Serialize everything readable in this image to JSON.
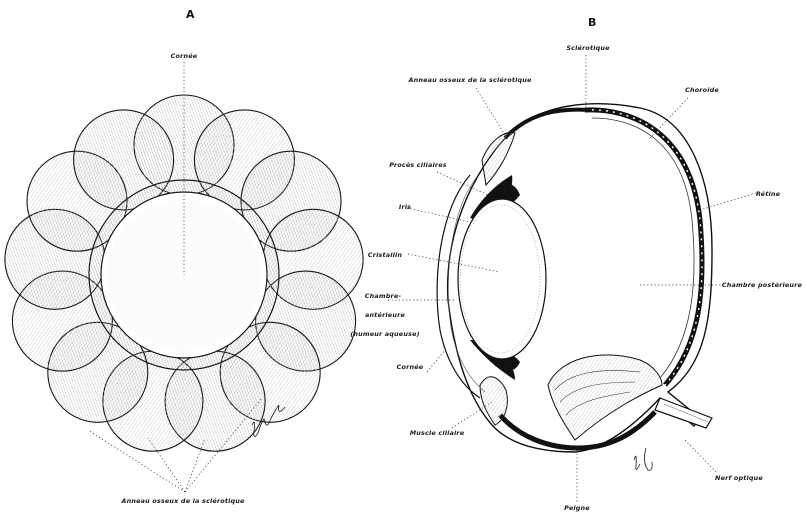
{
  "panel_a": {
    "letter": "A",
    "labels": {
      "cornee": "Cornée",
      "anneau": "Anneau osseux de la sclérotique"
    }
  },
  "panel_b": {
    "letter": "B",
    "labels": {
      "sclerotique": "Sclérotique",
      "anneau": "Anneau osseux de la sclérotique",
      "choroide": "Choroïde",
      "proces": "Procès ciliaires",
      "retine": "Rétine",
      "iris": "Iris",
      "cristallin": "Cristallin",
      "chambre_post": "Chambre postérieure",
      "chambre_ant_1": "Chambre-",
      "chambre_ant_2": "antérieure",
      "humeur": "(humeur aqueuse)",
      "cornee": "Cornée",
      "muscle": "Muscle ciliaire",
      "nerf": "Nerf optique",
      "peigne": "Peigne"
    }
  },
  "colors": {
    "ink": "#1a1a1a",
    "paper": "#ffffff",
    "shade": "#d9d9d9"
  }
}
